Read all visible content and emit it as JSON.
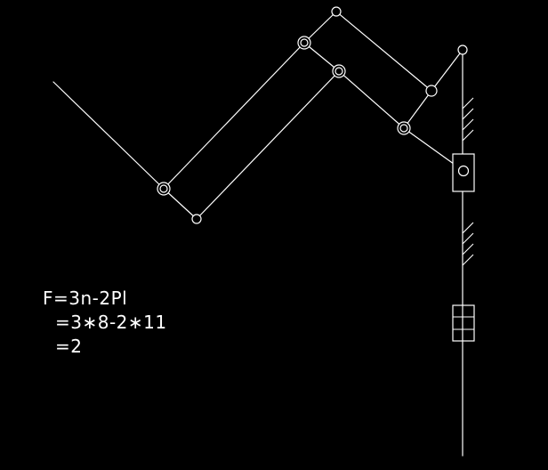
{
  "colors": {
    "background": "#000000",
    "stroke": "#ffffff"
  },
  "formula": {
    "line1": "F=3n-2Pl",
    "line2": "=3∗8-2∗11",
    "line3": "=2"
  }
}
